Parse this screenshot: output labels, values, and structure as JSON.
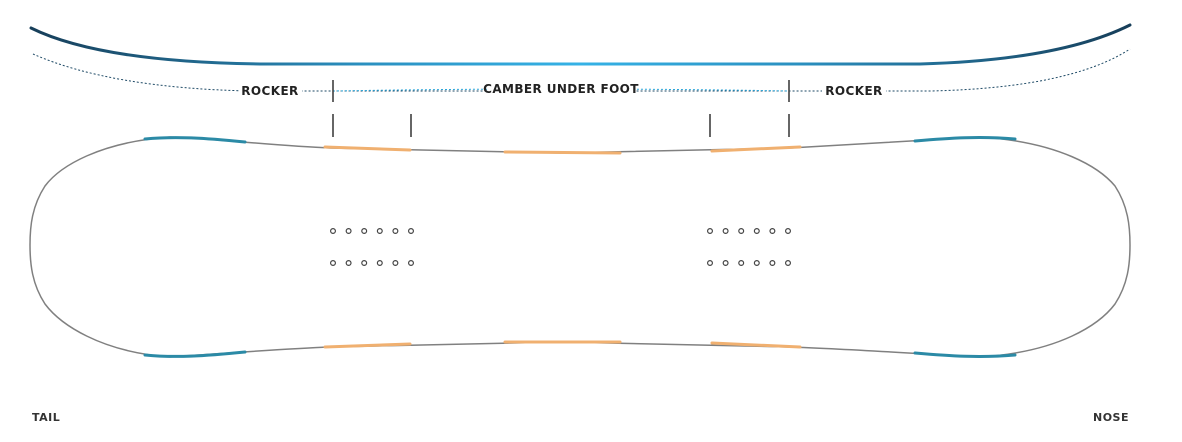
{
  "profile": {
    "zones": [
      {
        "id": "rocker-tail",
        "label": "ROCKER"
      },
      {
        "id": "camber",
        "label": "CAMBER UNDER FOOT"
      },
      {
        "id": "rocker-nose",
        "label": "ROCKER"
      }
    ]
  },
  "board": {
    "ends": {
      "tail": "TAIL",
      "nose": "NOSE"
    },
    "binding_inserts": {
      "rows_per_foot": 2,
      "holes_per_row": 6
    }
  },
  "colors": {
    "profile_dark": "#1e4a66",
    "profile_light": "#2fa6d8",
    "rocker_edge": "#2b8aa6",
    "camber_edge": "#f0b070",
    "outline": "#808080",
    "label_text": "#222222",
    "marker": "#333333"
  }
}
